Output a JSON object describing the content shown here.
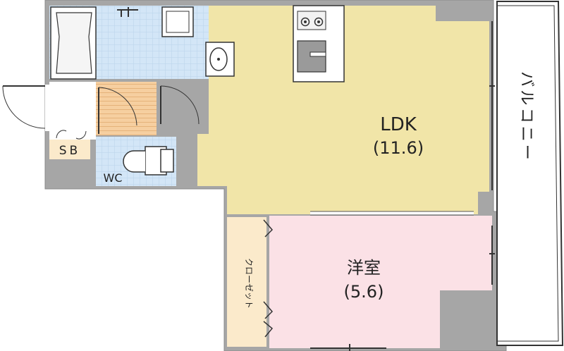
{
  "rooms": {
    "ldk": {
      "name": "LDK",
      "area": "(11.6)"
    },
    "western_room": {
      "name": "洋室",
      "area": "(5.6)"
    },
    "closet": {
      "name": "クローゼット"
    },
    "wc": {
      "name": "WC"
    },
    "storage": {
      "name": "SB"
    },
    "balcony": {
      "name": "バルコニー"
    }
  },
  "colors": {
    "wall": "#a6a6a6",
    "ldk_floor": "#f1e5a8",
    "western_floor": "#fbe1e6",
    "closet_floor": "#fbeacb",
    "wet_tile": "#d3e6f7",
    "hallway_wood": "#f6cfa0",
    "outline": "#333333"
  }
}
